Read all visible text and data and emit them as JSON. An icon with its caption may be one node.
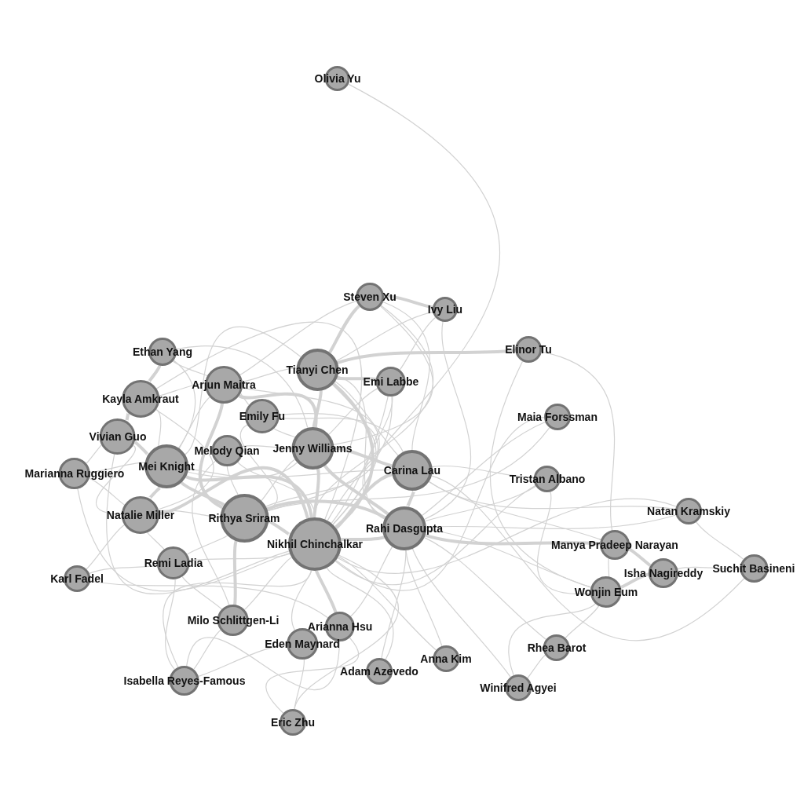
{
  "diagram": {
    "nodes": [
      {
        "text": [
          "Olivia Yu"
        ]
      },
      {
        "text": [
          "Steven Xu"
        ]
      },
      {
        "text": [
          "Ivy Liu"
        ]
      },
      {
        "text": [
          "Ethan Yang"
        ]
      },
      {
        "text": [
          "Elinor Tu"
        ]
      },
      {
        "text": [
          "Tianyi Chen"
        ]
      },
      {
        "text": [
          "Emi Labbe"
        ]
      },
      {
        "text": [
          "Arjun Maitra"
        ]
      },
      {
        "text": [
          "Kayla Amkraut"
        ]
      },
      {
        "text": [
          "Emily Fu"
        ]
      },
      {
        "text": [
          "Maia Forssman"
        ]
      },
      {
        "text": [
          "Vivian Guo"
        ]
      },
      {
        "text": [
          "Melody Qian"
        ]
      },
      {
        "text": [
          "Jenny Williams"
        ]
      },
      {
        "text": [
          "Mei Knight"
        ]
      },
      {
        "text": [
          "Marianna Ruggiero"
        ]
      },
      {
        "text": [
          "Carina Lau"
        ]
      },
      {
        "text": [
          "Tristan Albano"
        ]
      },
      {
        "text": [
          "Natan Kramskiy"
        ]
      },
      {
        "text": [
          "Natalie Miller"
        ]
      },
      {
        "text": [
          "Rithya Sriram"
        ]
      },
      {
        "text": [
          "Rahi Dasgupta"
        ]
      },
      {
        "text": [
          "Nikhil Chinchalkar"
        ]
      },
      {
        "text": [
          "Manya Pradeep Narayan"
        ]
      },
      {
        "text": [
          "Isha Nagireddy"
        ]
      },
      {
        "text": [
          "Suchit Basineni"
        ]
      },
      {
        "text": [
          "Karl Fadel"
        ]
      },
      {
        "text": [
          "Remi Ladia"
        ]
      },
      {
        "text": [
          "Wonjin Eum"
        ]
      },
      {
        "text": [
          "Milo Schlittgen-Li"
        ]
      },
      {
        "text": [
          "Arianna Hsu"
        ]
      },
      {
        "text": [
          "Eden Maynard"
        ]
      },
      {
        "text": [
          "Rhea Barot"
        ]
      },
      {
        "text": [
          "Anna Kim"
        ]
      },
      {
        "text": [
          "Adam Azevedo"
        ]
      },
      {
        "text": [
          "Isabella Reyes-Famous"
        ]
      },
      {
        "text": [
          "Winifred Agyei"
        ]
      },
      {
        "text": [
          "Eric Zhu"
        ]
      }
    ],
    "edges": [
      {
        "from": 0,
        "to": 22,
        "arrow": "none"
      },
      {
        "from": 1,
        "to": 5,
        "arrow": "none",
        "style": "thick"
      },
      {
        "from": 1,
        "to": 2,
        "arrow": "none",
        "style": "thick"
      },
      {
        "from": 1,
        "to": 13,
        "arrow": "none"
      },
      {
        "from": 1,
        "to": 22,
        "arrow": "none"
      },
      {
        "from": 1,
        "to": 7,
        "arrow": "none"
      },
      {
        "from": 1,
        "to": 16,
        "arrow": "none"
      },
      {
        "from": 2,
        "to": 5,
        "arrow": "none"
      },
      {
        "from": 2,
        "to": 21,
        "arrow": "none"
      },
      {
        "from": 2,
        "to": 6,
        "arrow": "none"
      },
      {
        "from": 3,
        "to": 8,
        "arrow": "none",
        "style": "thick"
      },
      {
        "from": 3,
        "to": 7,
        "arrow": "none"
      },
      {
        "from": 3,
        "to": 14,
        "arrow": "none"
      },
      {
        "from": 3,
        "to": 13,
        "arrow": "none"
      },
      {
        "from": 4,
        "to": 5,
        "arrow": "none",
        "style": "thick"
      },
      {
        "from": 4,
        "to": 28,
        "arrow": "none"
      },
      {
        "from": 4,
        "to": 23,
        "arrow": "none"
      },
      {
        "from": 5,
        "to": 6,
        "arrow": "none",
        "style": "thick"
      },
      {
        "from": 5,
        "to": 13,
        "arrow": "none",
        "style": "thick"
      },
      {
        "from": 5,
        "to": 22,
        "arrow": "none",
        "style": "thick"
      },
      {
        "from": 5,
        "to": 20,
        "arrow": "none"
      },
      {
        "from": 5,
        "to": 7,
        "arrow": "none"
      },
      {
        "from": 5,
        "to": 16,
        "arrow": "none"
      },
      {
        "from": 5,
        "to": 14,
        "arrow": "none"
      },
      {
        "from": 5,
        "to": 21,
        "arrow": "none"
      },
      {
        "from": 6,
        "to": 13,
        "arrow": "none"
      },
      {
        "from": 6,
        "to": 22,
        "arrow": "none"
      },
      {
        "from": 6,
        "to": 21,
        "arrow": "none"
      },
      {
        "from": 6,
        "to": 20,
        "arrow": "none"
      },
      {
        "from": 7,
        "to": 8,
        "arrow": "none"
      },
      {
        "from": 7,
        "to": 13,
        "arrow": "none",
        "style": "thick"
      },
      {
        "from": 7,
        "to": 20,
        "arrow": "none",
        "style": "thick"
      },
      {
        "from": 7,
        "to": 22,
        "arrow": "none"
      },
      {
        "from": 7,
        "to": 14,
        "arrow": "none"
      },
      {
        "from": 7,
        "to": 9,
        "arrow": "none"
      },
      {
        "from": 8,
        "to": 11,
        "arrow": "none",
        "style": "thick"
      },
      {
        "from": 8,
        "to": 14,
        "arrow": "none"
      },
      {
        "from": 8,
        "to": 19,
        "arrow": "none"
      },
      {
        "from": 8,
        "to": 22,
        "arrow": "none"
      },
      {
        "from": 9,
        "to": 13,
        "arrow": "none"
      },
      {
        "from": 9,
        "to": 22,
        "arrow": "none"
      },
      {
        "from": 9,
        "to": 20,
        "arrow": "none"
      },
      {
        "from": 9,
        "to": 16,
        "arrow": "none"
      },
      {
        "from": 10,
        "to": 21,
        "arrow": "none"
      },
      {
        "from": 10,
        "to": 20,
        "arrow": "none"
      },
      {
        "from": 10,
        "to": 22,
        "arrow": "none"
      },
      {
        "from": 11,
        "to": 14,
        "arrow": "none",
        "style": "thick"
      },
      {
        "from": 11,
        "to": 15,
        "arrow": "none"
      },
      {
        "from": 11,
        "to": 19,
        "arrow": "none"
      },
      {
        "from": 11,
        "to": 22,
        "arrow": "none"
      },
      {
        "from": 12,
        "to": 13,
        "arrow": "none"
      },
      {
        "from": 12,
        "to": 20,
        "arrow": "none"
      },
      {
        "from": 12,
        "to": 22,
        "arrow": "none"
      },
      {
        "from": 12,
        "to": 29,
        "arrow": "none"
      },
      {
        "from": 13,
        "to": 16,
        "arrow": "none",
        "style": "thick"
      },
      {
        "from": 13,
        "to": 21,
        "arrow": "none",
        "style": "thick"
      },
      {
        "from": 13,
        "to": 22,
        "arrow": "none",
        "style": "thick"
      },
      {
        "from": 13,
        "to": 20,
        "arrow": "none"
      },
      {
        "from": 13,
        "to": 14,
        "arrow": "none"
      },
      {
        "from": 14,
        "to": 15,
        "arrow": "none"
      },
      {
        "from": 14,
        "to": 19,
        "arrow": "none",
        "style": "thick"
      },
      {
        "from": 14,
        "to": 20,
        "arrow": "none",
        "style": "thick"
      },
      {
        "from": 14,
        "to": 22,
        "arrow": "none",
        "style": "thick"
      },
      {
        "from": 14,
        "to": 16,
        "arrow": "none"
      },
      {
        "from": 15,
        "to": 19,
        "arrow": "none"
      },
      {
        "from": 15,
        "to": 22,
        "arrow": "none"
      },
      {
        "from": 16,
        "to": 21,
        "arrow": "none",
        "style": "thick"
      },
      {
        "from": 16,
        "to": 22,
        "arrow": "none",
        "style": "thick"
      },
      {
        "from": 16,
        "to": 17,
        "arrow": "none"
      },
      {
        "from": 16,
        "to": 23,
        "arrow": "none"
      },
      {
        "from": 16,
        "to": 25,
        "arrow": "none"
      },
      {
        "from": 16,
        "to": 18,
        "arrow": "none"
      },
      {
        "from": 17,
        "to": 21,
        "arrow": "none"
      },
      {
        "from": 17,
        "to": 22,
        "arrow": "none"
      },
      {
        "from": 17,
        "to": 28,
        "arrow": "none"
      },
      {
        "from": 18,
        "to": 25,
        "arrow": "none"
      },
      {
        "from": 18,
        "to": 21,
        "arrow": "none"
      },
      {
        "from": 18,
        "to": 22,
        "arrow": "none"
      },
      {
        "from": 19,
        "to": 20,
        "arrow": "none"
      },
      {
        "from": 19,
        "to": 26,
        "arrow": "none"
      },
      {
        "from": 19,
        "to": 22,
        "arrow": "none",
        "style": "thick"
      },
      {
        "from": 19,
        "to": 27,
        "arrow": "none"
      },
      {
        "from": 20,
        "to": 22,
        "arrow": "none",
        "style": "thick"
      },
      {
        "from": 20,
        "to": 21,
        "arrow": "none",
        "style": "thick"
      },
      {
        "from": 20,
        "to": 27,
        "arrow": "none"
      },
      {
        "from": 20,
        "to": 29,
        "arrow": "none",
        "style": "thick"
      },
      {
        "from": 21,
        "to": 22,
        "arrow": "none",
        "style": "thick"
      },
      {
        "from": 21,
        "to": 23,
        "arrow": "none",
        "style": "thick"
      },
      {
        "from": 21,
        "to": 28,
        "arrow": "none"
      },
      {
        "from": 21,
        "to": 33,
        "arrow": "none"
      },
      {
        "from": 21,
        "to": 34,
        "arrow": "none"
      },
      {
        "from": 21,
        "to": 36,
        "arrow": "none"
      },
      {
        "from": 21,
        "to": 32,
        "arrow": "none"
      },
      {
        "from": 21,
        "to": 30,
        "arrow": "none"
      },
      {
        "from": 22,
        "to": 27,
        "arrow": "none"
      },
      {
        "from": 22,
        "to": 30,
        "arrow": "none",
        "style": "thick"
      },
      {
        "from": 22,
        "to": 31,
        "arrow": "none"
      },
      {
        "from": 22,
        "to": 34,
        "arrow": "none"
      },
      {
        "from": 22,
        "to": 33,
        "arrow": "none"
      },
      {
        "from": 22,
        "to": 35,
        "arrow": "none"
      },
      {
        "from": 22,
        "to": 37,
        "arrow": "none"
      },
      {
        "from": 22,
        "to": 29,
        "arrow": "none"
      },
      {
        "from": 23,
        "to": 24,
        "arrow": "none",
        "style": "thick"
      },
      {
        "from": 23,
        "to": 28,
        "arrow": "none"
      },
      {
        "from": 24,
        "to": 25,
        "arrow": "none"
      },
      {
        "from": 24,
        "to": 28,
        "arrow": "none",
        "style": "thick"
      },
      {
        "from": 26,
        "to": 27,
        "arrow": "none"
      },
      {
        "from": 26,
        "to": 30,
        "arrow": "none"
      },
      {
        "from": 28,
        "to": 32,
        "arrow": "none"
      },
      {
        "from": 28,
        "to": 36,
        "arrow": "none"
      },
      {
        "from": 27,
        "to": 35,
        "arrow": "none"
      },
      {
        "from": 27,
        "to": 29,
        "arrow": "none"
      },
      {
        "from": 31,
        "to": 37,
        "arrow": "none"
      },
      {
        "from": 31,
        "to": 35,
        "arrow": "none"
      },
      {
        "from": 30,
        "to": 37,
        "arrow": "none"
      },
      {
        "from": 29,
        "to": 35,
        "arrow": "none"
      },
      {
        "from": 35,
        "to": 30,
        "arrow": "none"
      },
      {
        "from": 32,
        "to": 36,
        "arrow": "none"
      }
    ]
  }
}
